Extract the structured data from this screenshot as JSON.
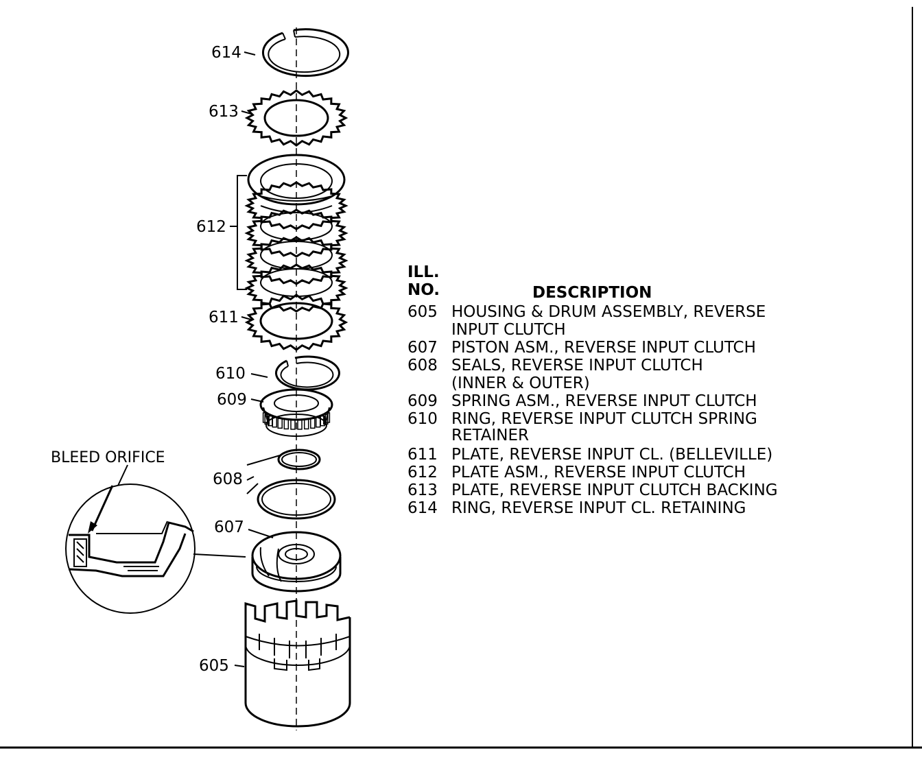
{
  "callouts": {
    "c614": "614",
    "c613": "613",
    "c612": "612",
    "c611": "611",
    "c610": "610",
    "c609": "609",
    "c608": "608",
    "c607": "607",
    "c605": "605",
    "bleed_orifice": "BLEED ORIFICE"
  },
  "legend": {
    "header_ill": "ILL.",
    "header_no": "NO.",
    "header_description": "DESCRIPTION",
    "rows": [
      {
        "no": "605",
        "line1": "HOUSING & DRUM ASSEMBLY, REVERSE",
        "line2": "INPUT CLUTCH"
      },
      {
        "no": "607",
        "line1": "PISTON ASM., REVERSE INPUT CLUTCH",
        "line2": ""
      },
      {
        "no": "608",
        "line1": "SEALS, REVERSE INPUT CLUTCH",
        "line2": "(INNER & OUTER)"
      },
      {
        "no": "609",
        "line1": "SPRING ASM., REVERSE INPUT CLUTCH",
        "line2": ""
      },
      {
        "no": "610",
        "line1": "RING, REVERSE INPUT CLUTCH SPRING",
        "line2": "RETAINER"
      },
      {
        "no": "611",
        "line1": "PLATE, REVERSE INPUT CL. (BELLEVILLE)",
        "line2": ""
      },
      {
        "no": "612",
        "line1": "PLATE ASM., REVERSE INPUT CLUTCH",
        "line2": ""
      },
      {
        "no": "613",
        "line1": "PLATE, REVERSE INPUT CLUTCH BACKING",
        "line2": ""
      },
      {
        "no": "614",
        "line1": "RING, REVERSE INPUT CL. RETAINING",
        "line2": ""
      }
    ]
  }
}
